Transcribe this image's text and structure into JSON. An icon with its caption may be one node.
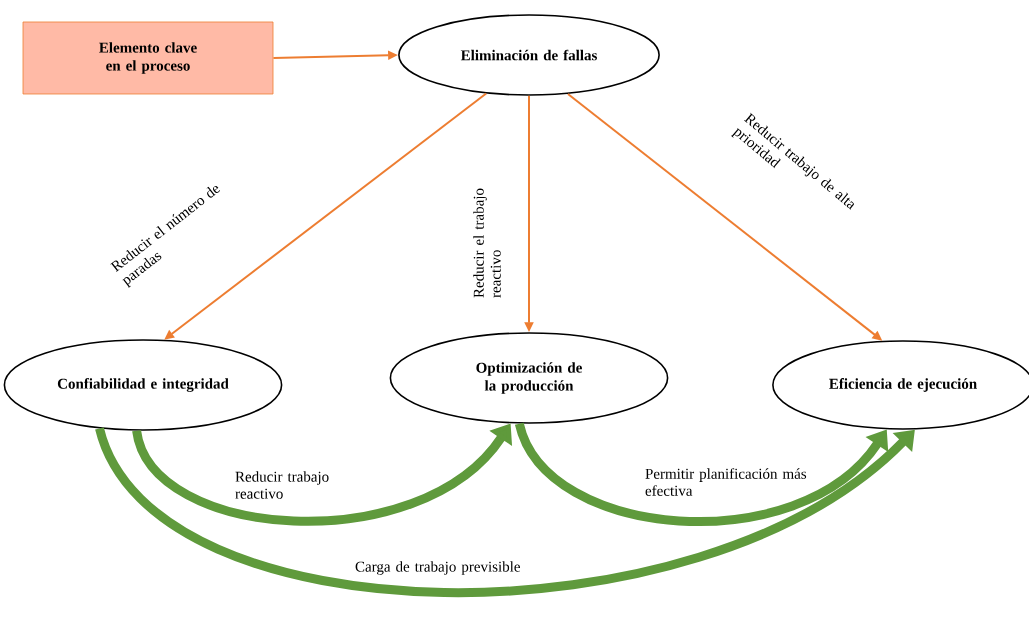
{
  "diagram": {
    "nodes": [
      {
        "text": [
          "Elemento clave en el proceso"
        ]
      },
      {
        "text": [
          "Eliminación de fallas"
        ]
      },
      {
        "text": [
          "Confiabilidad e integridad"
        ]
      },
      {
        "text": [
          "Optimización de la producción"
        ]
      },
      {
        "text": [
          "Eficiencia de ejecución"
        ]
      }
    ],
    "edges": [
      {
        "from": 0,
        "to": 1,
        "arrow": "to"
      },
      {
        "from": 1,
        "to": 2,
        "arrow": "to",
        "label": "Reducir el número de paradas"
      },
      {
        "from": 1,
        "to": 3,
        "arrow": "to",
        "label": "Reducir el trabajo reactivo"
      },
      {
        "from": 1,
        "to": 4,
        "arrow": "to",
        "label": "Reducir trabajo de alta prioridad"
      },
      {
        "from": 2,
        "to": 3,
        "arrow": "to",
        "label": "Reducir trabajo reactivo",
        "style": "thick",
        "color": "#5f9a3c"
      },
      {
        "from": 3,
        "to": 4,
        "arrow": "to",
        "label": "Permitir planificación más efectiva",
        "style": "thick",
        "color": "#5f9a3c"
      },
      {
        "from": 2,
        "to": 4,
        "arrow": "to",
        "label": "Carga de trabajo previsible",
        "style": "thick",
        "color": "#5f9a3c"
      }
    ]
  }
}
